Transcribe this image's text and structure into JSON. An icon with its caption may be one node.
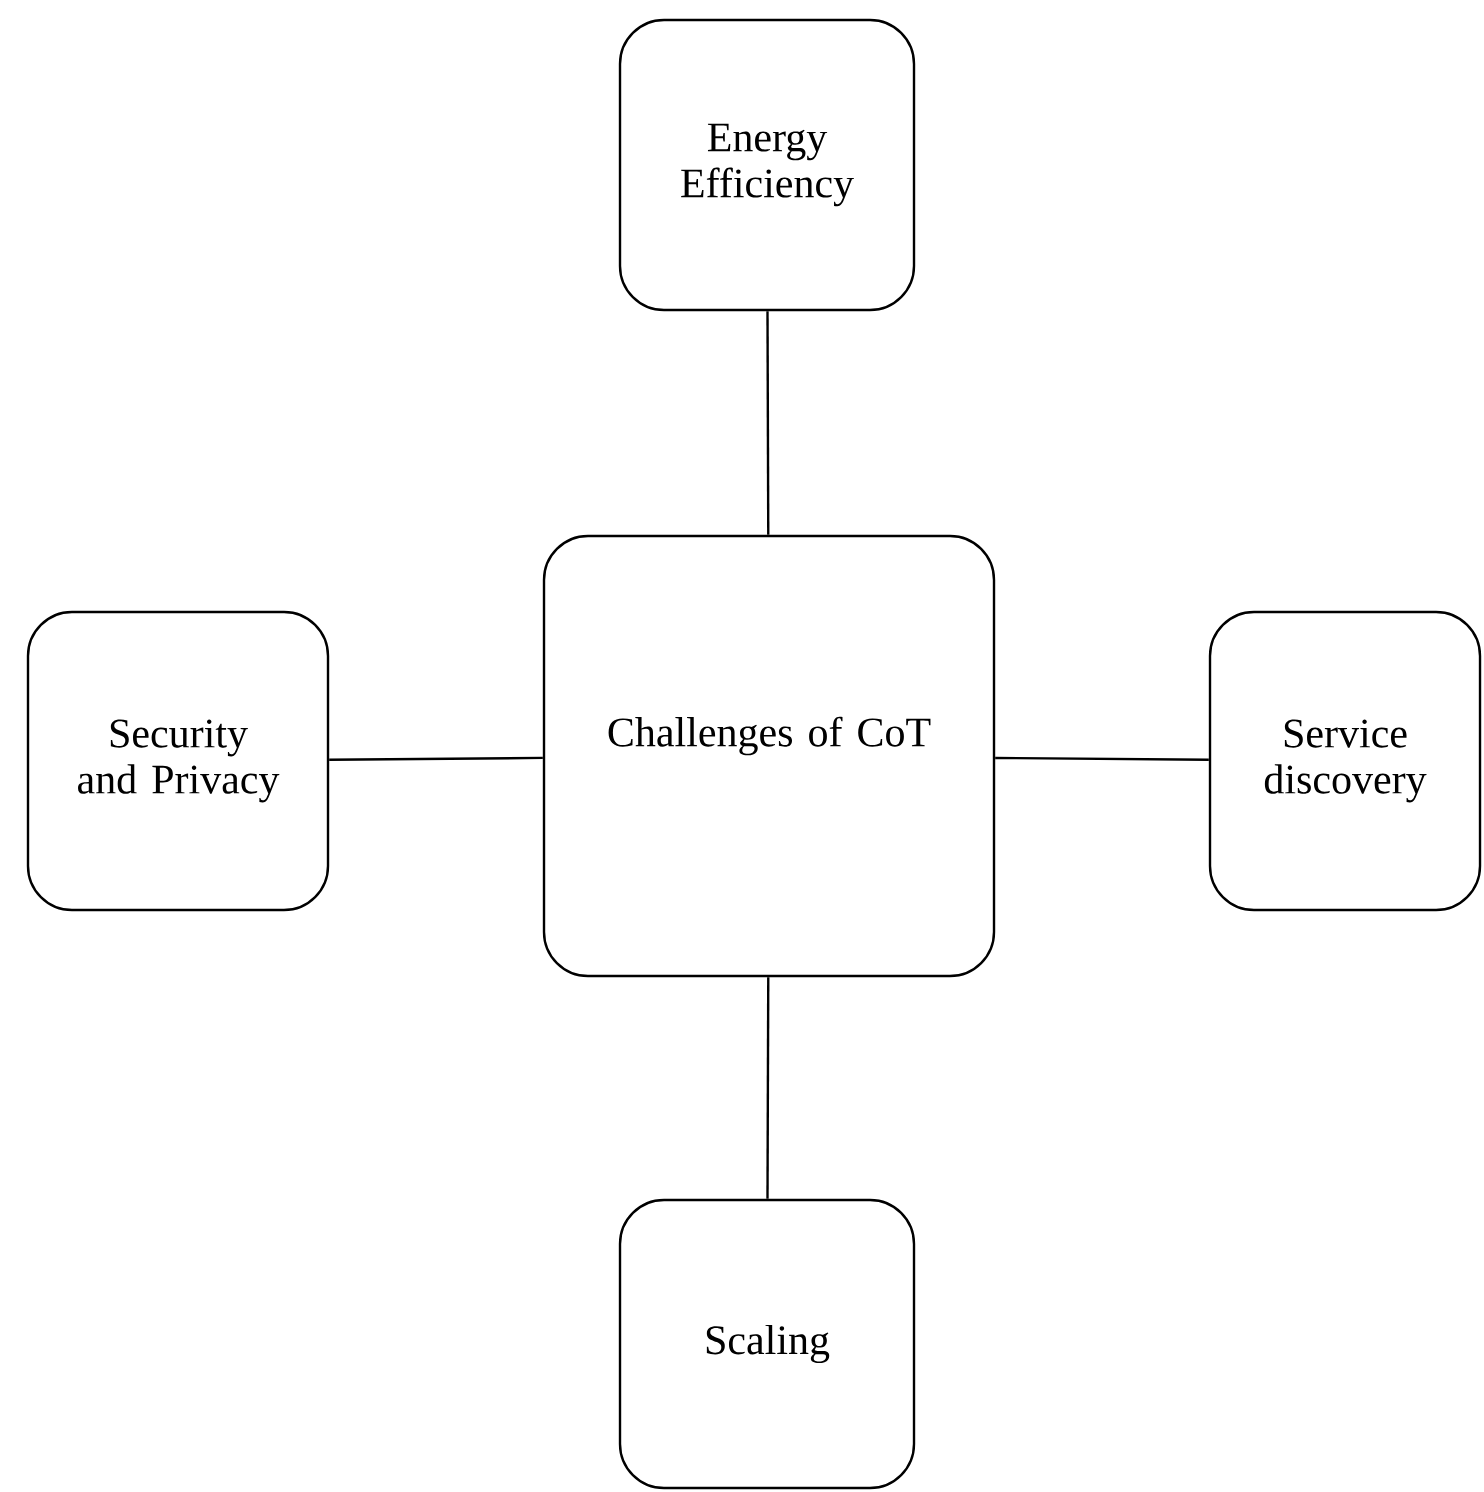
{
  "diagram": {
    "nodes": [
      {
        "text": [
          "Challenges of CoT"
        ]
      },
      {
        "text": [
          "Energy Efficiency"
        ]
      },
      {
        "text": [
          "Security and Privacy"
        ]
      },
      {
        "text": [
          "Service discovery"
        ]
      },
      {
        "text": [
          "Scaling"
        ]
      }
    ],
    "edges": [
      {
        "from": 0,
        "to": 1,
        "arrow": "none"
      },
      {
        "from": 0,
        "to": 2,
        "arrow": "none"
      },
      {
        "from": 0,
        "to": 3,
        "arrow": "none"
      },
      {
        "from": 0,
        "to": 4,
        "arrow": "none"
      }
    ]
  }
}
